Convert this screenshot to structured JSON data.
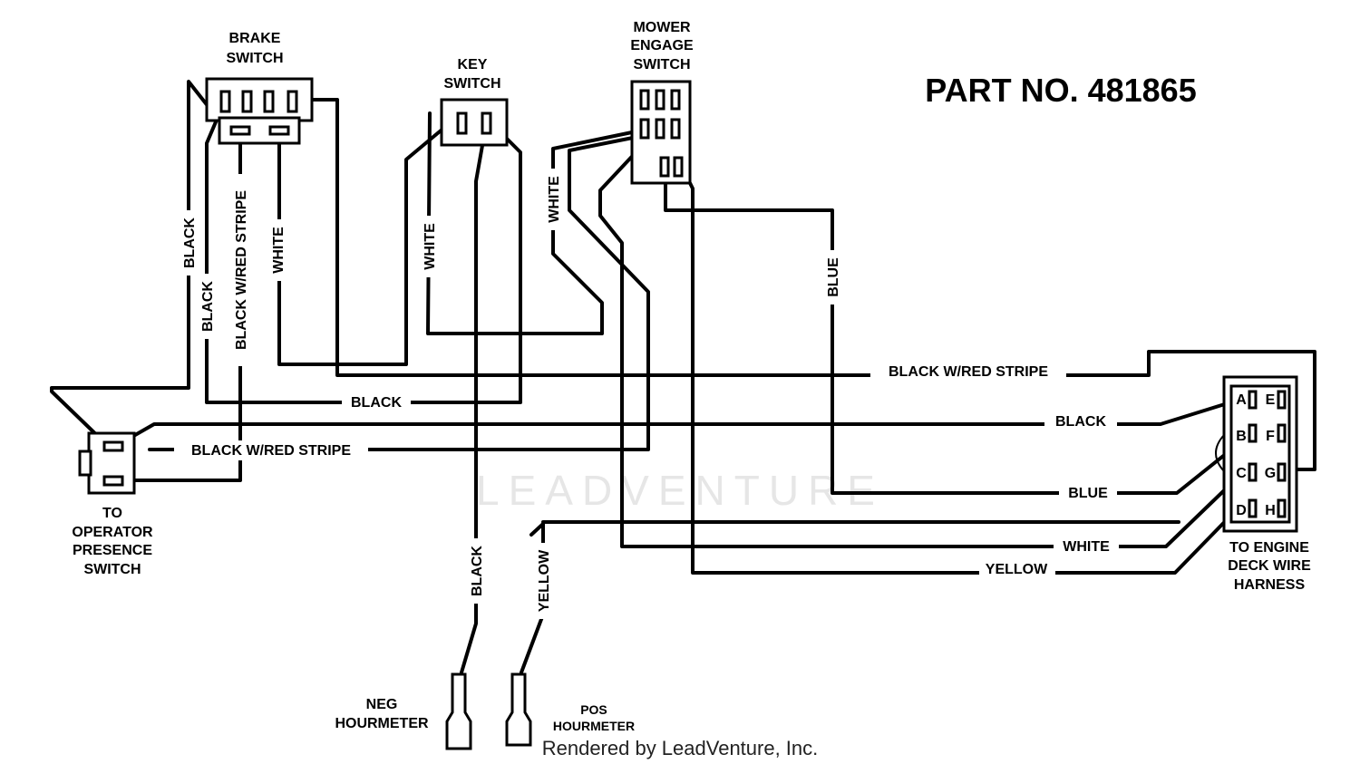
{
  "title": "PART NO. 481865",
  "watermark": "LEADVENTURE",
  "credit": "Rendered by LeadVenture, Inc.",
  "components": {
    "brake_switch": [
      "BRAKE",
      "SWITCH"
    ],
    "key_switch": [
      "KEY",
      "SWITCH"
    ],
    "mower_engage_switch": [
      "MOWER",
      "ENGAGE",
      "SWITCH"
    ],
    "operator_presence": [
      "TO",
      "OPERATOR",
      "PRESENCE",
      "SWITCH"
    ],
    "engine_harness": [
      "TO ENGINE",
      "DECK WIRE",
      "HARNESS"
    ],
    "neg_hourmeter": [
      "NEG",
      "HOURMETER"
    ],
    "pos_hourmeter": [
      "POS",
      "HOURMETER"
    ]
  },
  "harness_pins": [
    "A",
    "B",
    "C",
    "D",
    "E",
    "F",
    "G",
    "H"
  ],
  "wire_labels": {
    "black_left_outer": "BLACK",
    "black_left_inner": "BLACK",
    "black_red_stripe_vertical": "BLACK W/RED STRIPE",
    "white_brake": "WHITE",
    "white_key": "WHITE",
    "white_mower": "WHITE",
    "blue_vertical": "BLUE",
    "black_red_stripe_top": "BLACK W/RED STRIPE",
    "black_mid": "BLACK",
    "black_right": "BLACK",
    "black_red_stripe_left": "BLACK W/RED STRIPE",
    "blue_right": "BLUE",
    "white_right": "WHITE",
    "yellow_right": "YELLOW",
    "black_hourmeter": "BLACK",
    "yellow_hourmeter": "YELLOW"
  }
}
